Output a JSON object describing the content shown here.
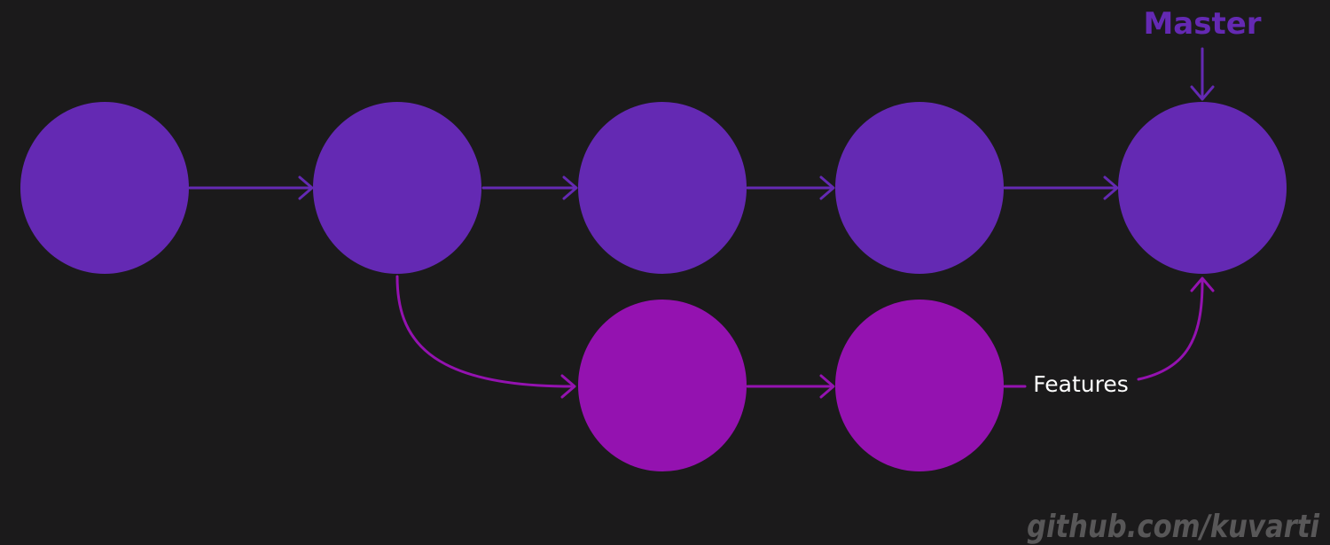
{
  "diagram": {
    "master_label": "Master",
    "features_label": "Features",
    "watermark": "github.com/kuvarti"
  },
  "colors": {
    "background": "#1b1a1b",
    "master_branch": "#6429b3",
    "feature_branch": "#9412b0",
    "label_text": "#ffffff",
    "watermark_text": "#8a8a8a"
  }
}
